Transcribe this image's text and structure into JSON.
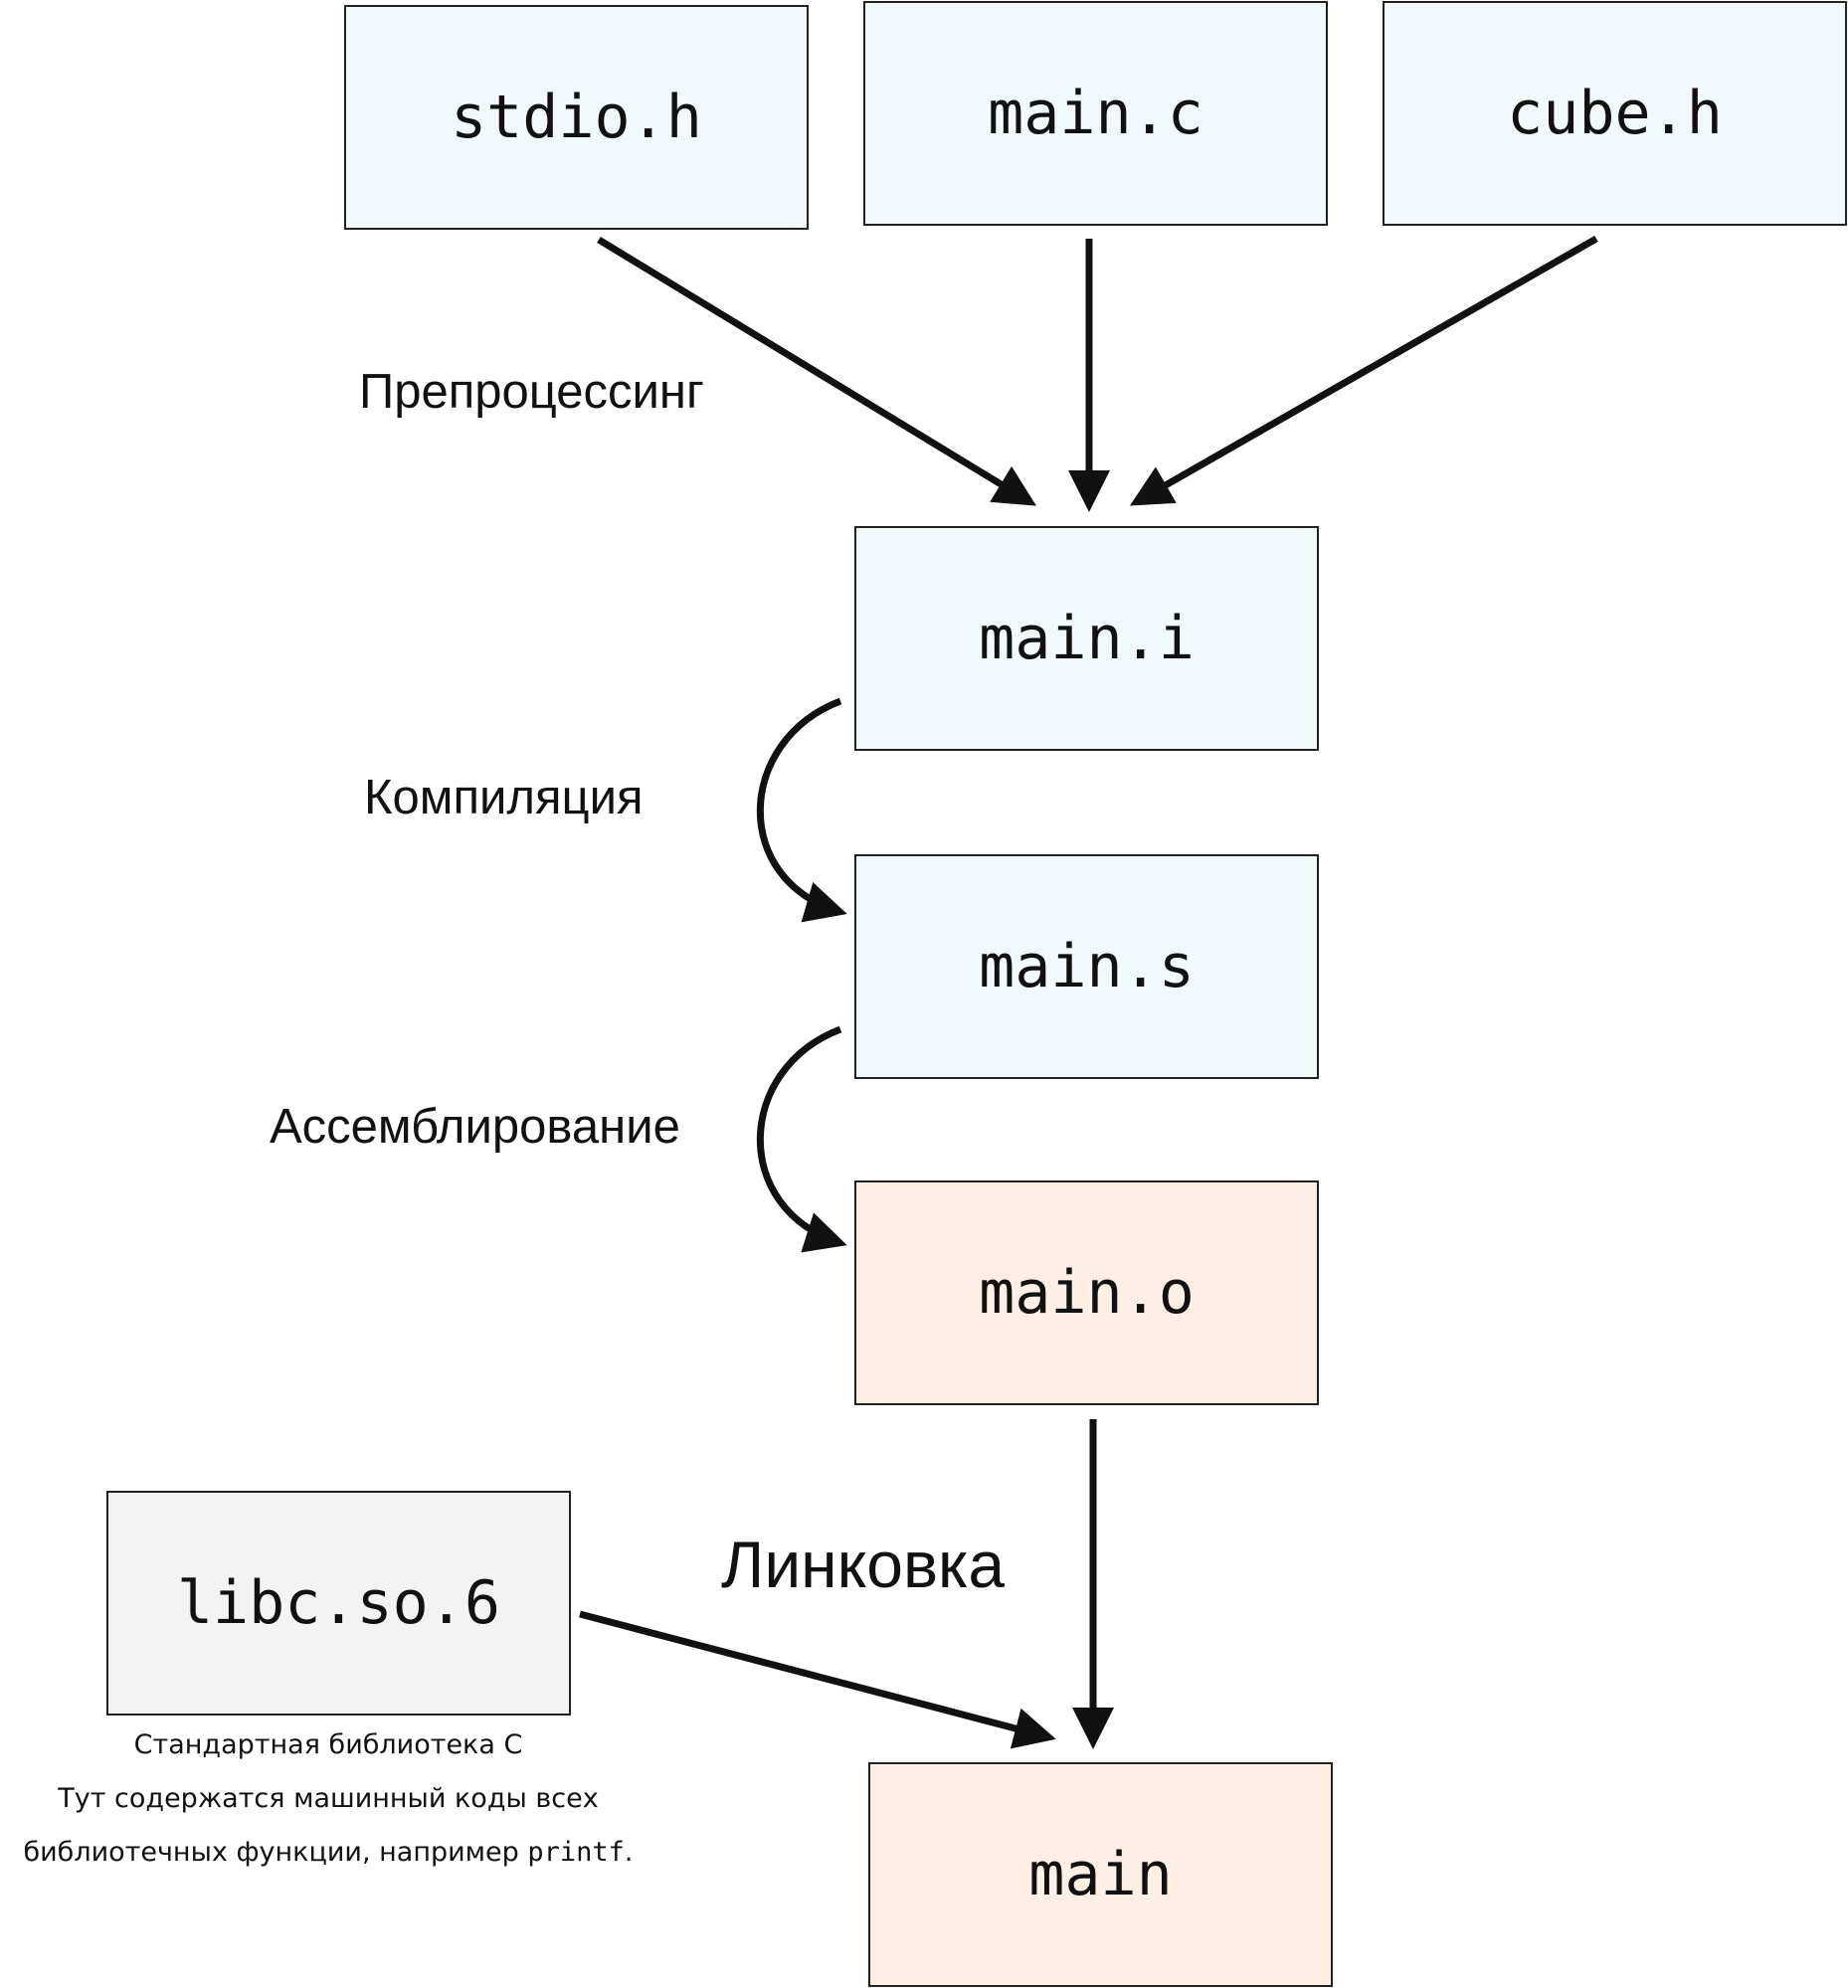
{
  "files": {
    "stdio_h": "stdio.h",
    "main_c": "main.c",
    "cube_h": "cube.h",
    "main_i": "main.i",
    "main_s": "main.s",
    "main_o": "main.o",
    "libc": "libc.so.6",
    "main": "main"
  },
  "steps": {
    "preprocessing": "Препроцессинг",
    "compilation": "Компиляция",
    "assembly": "Ассемблирование",
    "linking": "Линковка"
  },
  "libc_note": {
    "line1": "Стандартная библиотека C",
    "line2": "Тут содержатся машинный коды всех",
    "line3_prefix": "библиотечных функции, например ",
    "line3_code": "printf",
    "line3_suffix": "."
  },
  "colors": {
    "source_fill": "#f1f9fc",
    "object_fill": "#fdefe4",
    "library_fill": "#f3f3f3",
    "stroke": "#222222",
    "arrow": "#111111"
  }
}
